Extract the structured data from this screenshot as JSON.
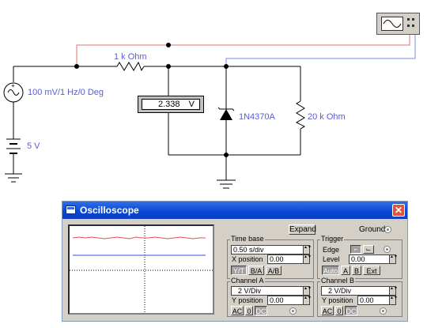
{
  "circuit": {
    "source_label": "100 mV/1 Hz/0 Deg",
    "battery_label": "5 V",
    "resistor1_label": "1 k Ohm",
    "zener_label": "1N4370A",
    "resistor2_label": "20 k Ohm",
    "voltmeter_value": "2.338",
    "voltmeter_unit": "V"
  },
  "oscilloscope": {
    "title": "Oscilloscope",
    "close_glyph": "✕",
    "expand_label": "Expand",
    "ground_label": "Ground",
    "time_base": {
      "title": "Time base",
      "value": "0.50 s/div",
      "x_position_label": "X position",
      "x_position_value": "0.00",
      "modes": [
        "Y/T",
        "B/A",
        "A/B"
      ]
    },
    "trigger": {
      "title": "Trigger",
      "edge_label": "Edge",
      "level_label": "Level",
      "level_value": "0.00",
      "sources": [
        "Auto",
        "A",
        "B",
        "Ext"
      ]
    },
    "channel_a": {
      "title": "Channel A",
      "scale": "2 V/Div",
      "y_position_label": "Y position",
      "y_position_value": "0.00",
      "coupling": [
        "AC",
        "0",
        "DC"
      ]
    },
    "channel_b": {
      "title": "Channel B",
      "scale": "2 V/Div",
      "y_position_label": "Y position",
      "y_position_value": "0.00",
      "coupling": [
        "AC",
        "0",
        "DC"
      ]
    },
    "colors": {
      "trace_a": "#e05050",
      "trace_b": "#3050d0",
      "titlebar": "#0a46d4"
    }
  }
}
